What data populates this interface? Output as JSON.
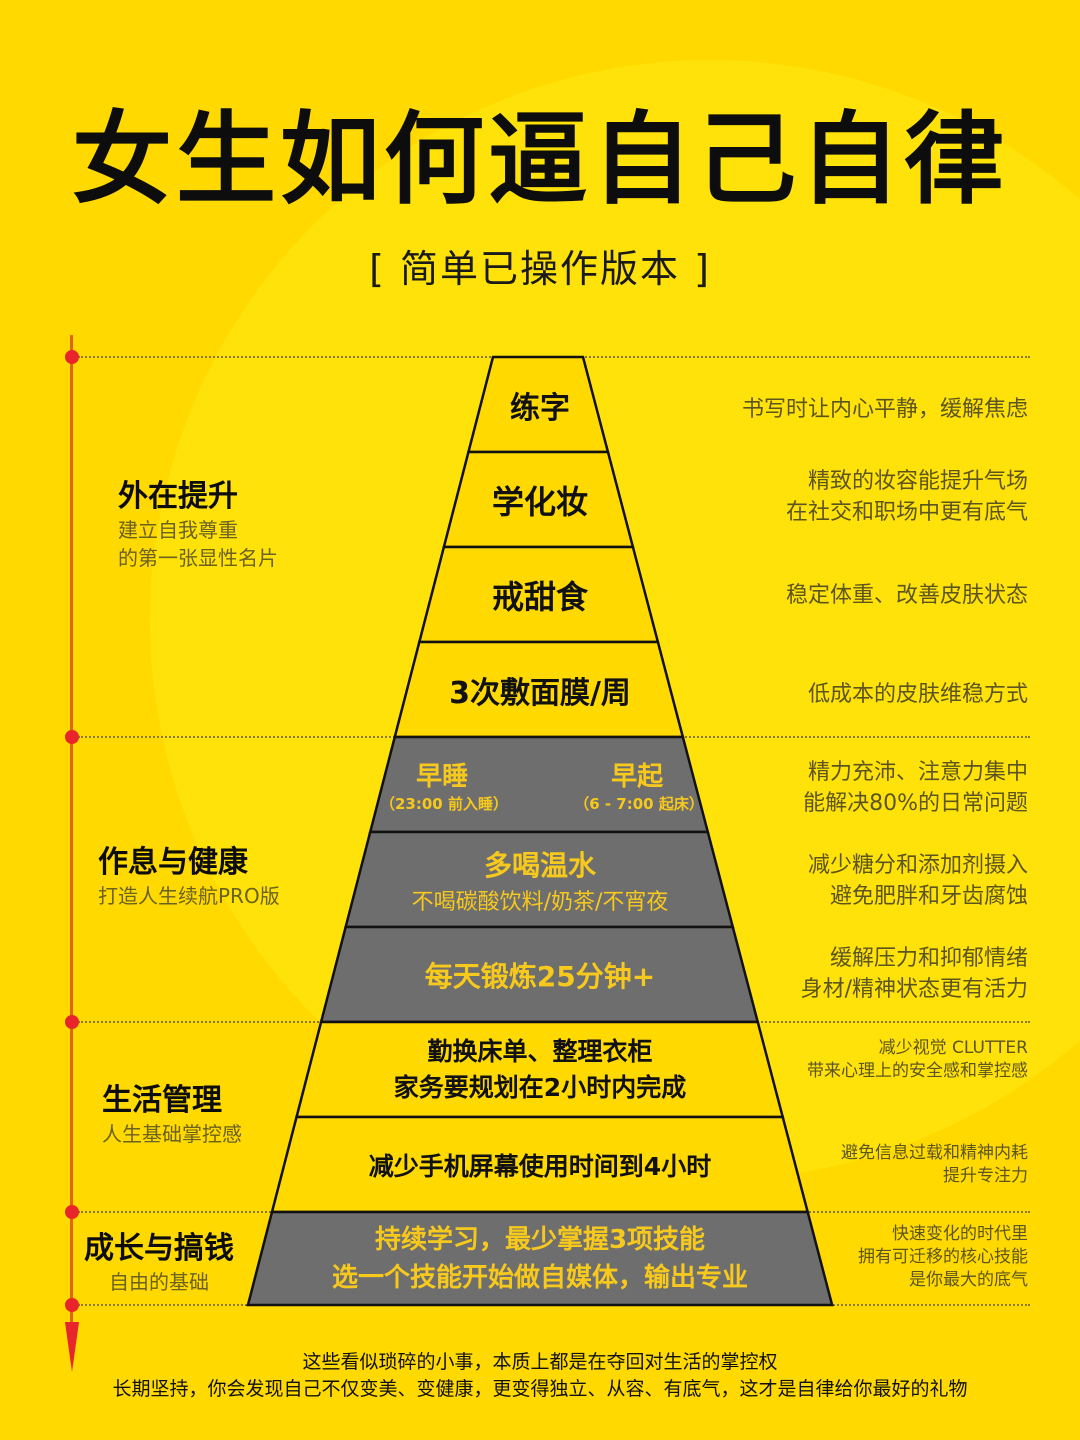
{
  "header": {
    "title": "女生如何逼自己自律",
    "subtitle": "[ 简单已操作版本 ]"
  },
  "colors": {
    "background": "#FFD900",
    "dark_tier": "#6E6E6E",
    "dark_tier_text": "#F7C91C",
    "timeline": "#E0651A",
    "timeline_dot": "#E8252B"
  },
  "categories": [
    {
      "title": "外在提升",
      "sub1": "建立自我尊重",
      "sub2": "的第一张显性名片"
    },
    {
      "title": "作息与健康",
      "sub1": "打造人生续航PRO版",
      "sub2": ""
    },
    {
      "title": "生活管理",
      "sub1": "人生基础掌控感",
      "sub2": ""
    },
    {
      "title": "成长与搞钱",
      "sub1": "自由的基础",
      "sub2": ""
    }
  ],
  "tiers": [
    {
      "line1": "练字",
      "line2": "",
      "style": "light",
      "note1": "书写时让内心平静，缓解焦虑",
      "note2": "",
      "note3": ""
    },
    {
      "line1": "学化妆",
      "line2": "",
      "style": "light",
      "note1": "精致的妆容能提升气场",
      "note2": "在社交和职场中更有底气",
      "note3": ""
    },
    {
      "line1": "戒甜食",
      "line2": "",
      "style": "light",
      "note1": "稳定体重、改善皮肤状态",
      "note2": "",
      "note3": ""
    },
    {
      "line1": "3次敷面膜/周",
      "line2": "",
      "style": "light",
      "note1": "低成本的皮肤维稳方式",
      "note2": "",
      "note3": ""
    },
    {
      "line1": "早睡",
      "line1b": "早起",
      "line2": "（23:00 前入睡）",
      "line2b": "（6 - 7:00 起床）",
      "style": "dark",
      "note1": "精力充沛、注意力集中",
      "note2": "能解决80%的日常问题",
      "note3": ""
    },
    {
      "line1": "多喝温水",
      "line2": "不喝碳酸饮料/奶茶/不宵夜",
      "style": "dark",
      "note1": "减少糖分和添加剂摄入",
      "note2": "避免肥胖和牙齿腐蚀",
      "note3": ""
    },
    {
      "line1": "每天锻炼25分钟+",
      "line2": "",
      "style": "dark",
      "note1": "缓解压力和抑郁情绪",
      "note2": "身材/精神状态更有活力",
      "note3": ""
    },
    {
      "line1": "勤换床单、整理衣柜",
      "line2": "家务要规划在2小时内完成",
      "style": "light",
      "note1": "减少视觉 CLUTTER",
      "note2": "带来心理上的安全感和掌控感",
      "note3": ""
    },
    {
      "line1": "减少手机屏幕使用时间到4小时",
      "line2": "",
      "style": "light",
      "note1": "避免信息过载和精神内耗",
      "note2": "提升专注力",
      "note3": ""
    },
    {
      "line1": "持续学习，最少掌握3项技能",
      "line2": "选一个技能开始做自媒体，输出专业",
      "style": "dark",
      "note1": "快速变化的时代里",
      "note2": "拥有可迁移的核心技能",
      "note3": "是你最大的底气"
    }
  ],
  "footer": {
    "line1": "这些看似琐碎的小事，本质上都是在夺回对生活的掌控权",
    "line2": "长期坚持，你会发现自己不仅变美、变健康，更变得独立、从容、有底气，这才是自律给你最好的礼物"
  }
}
